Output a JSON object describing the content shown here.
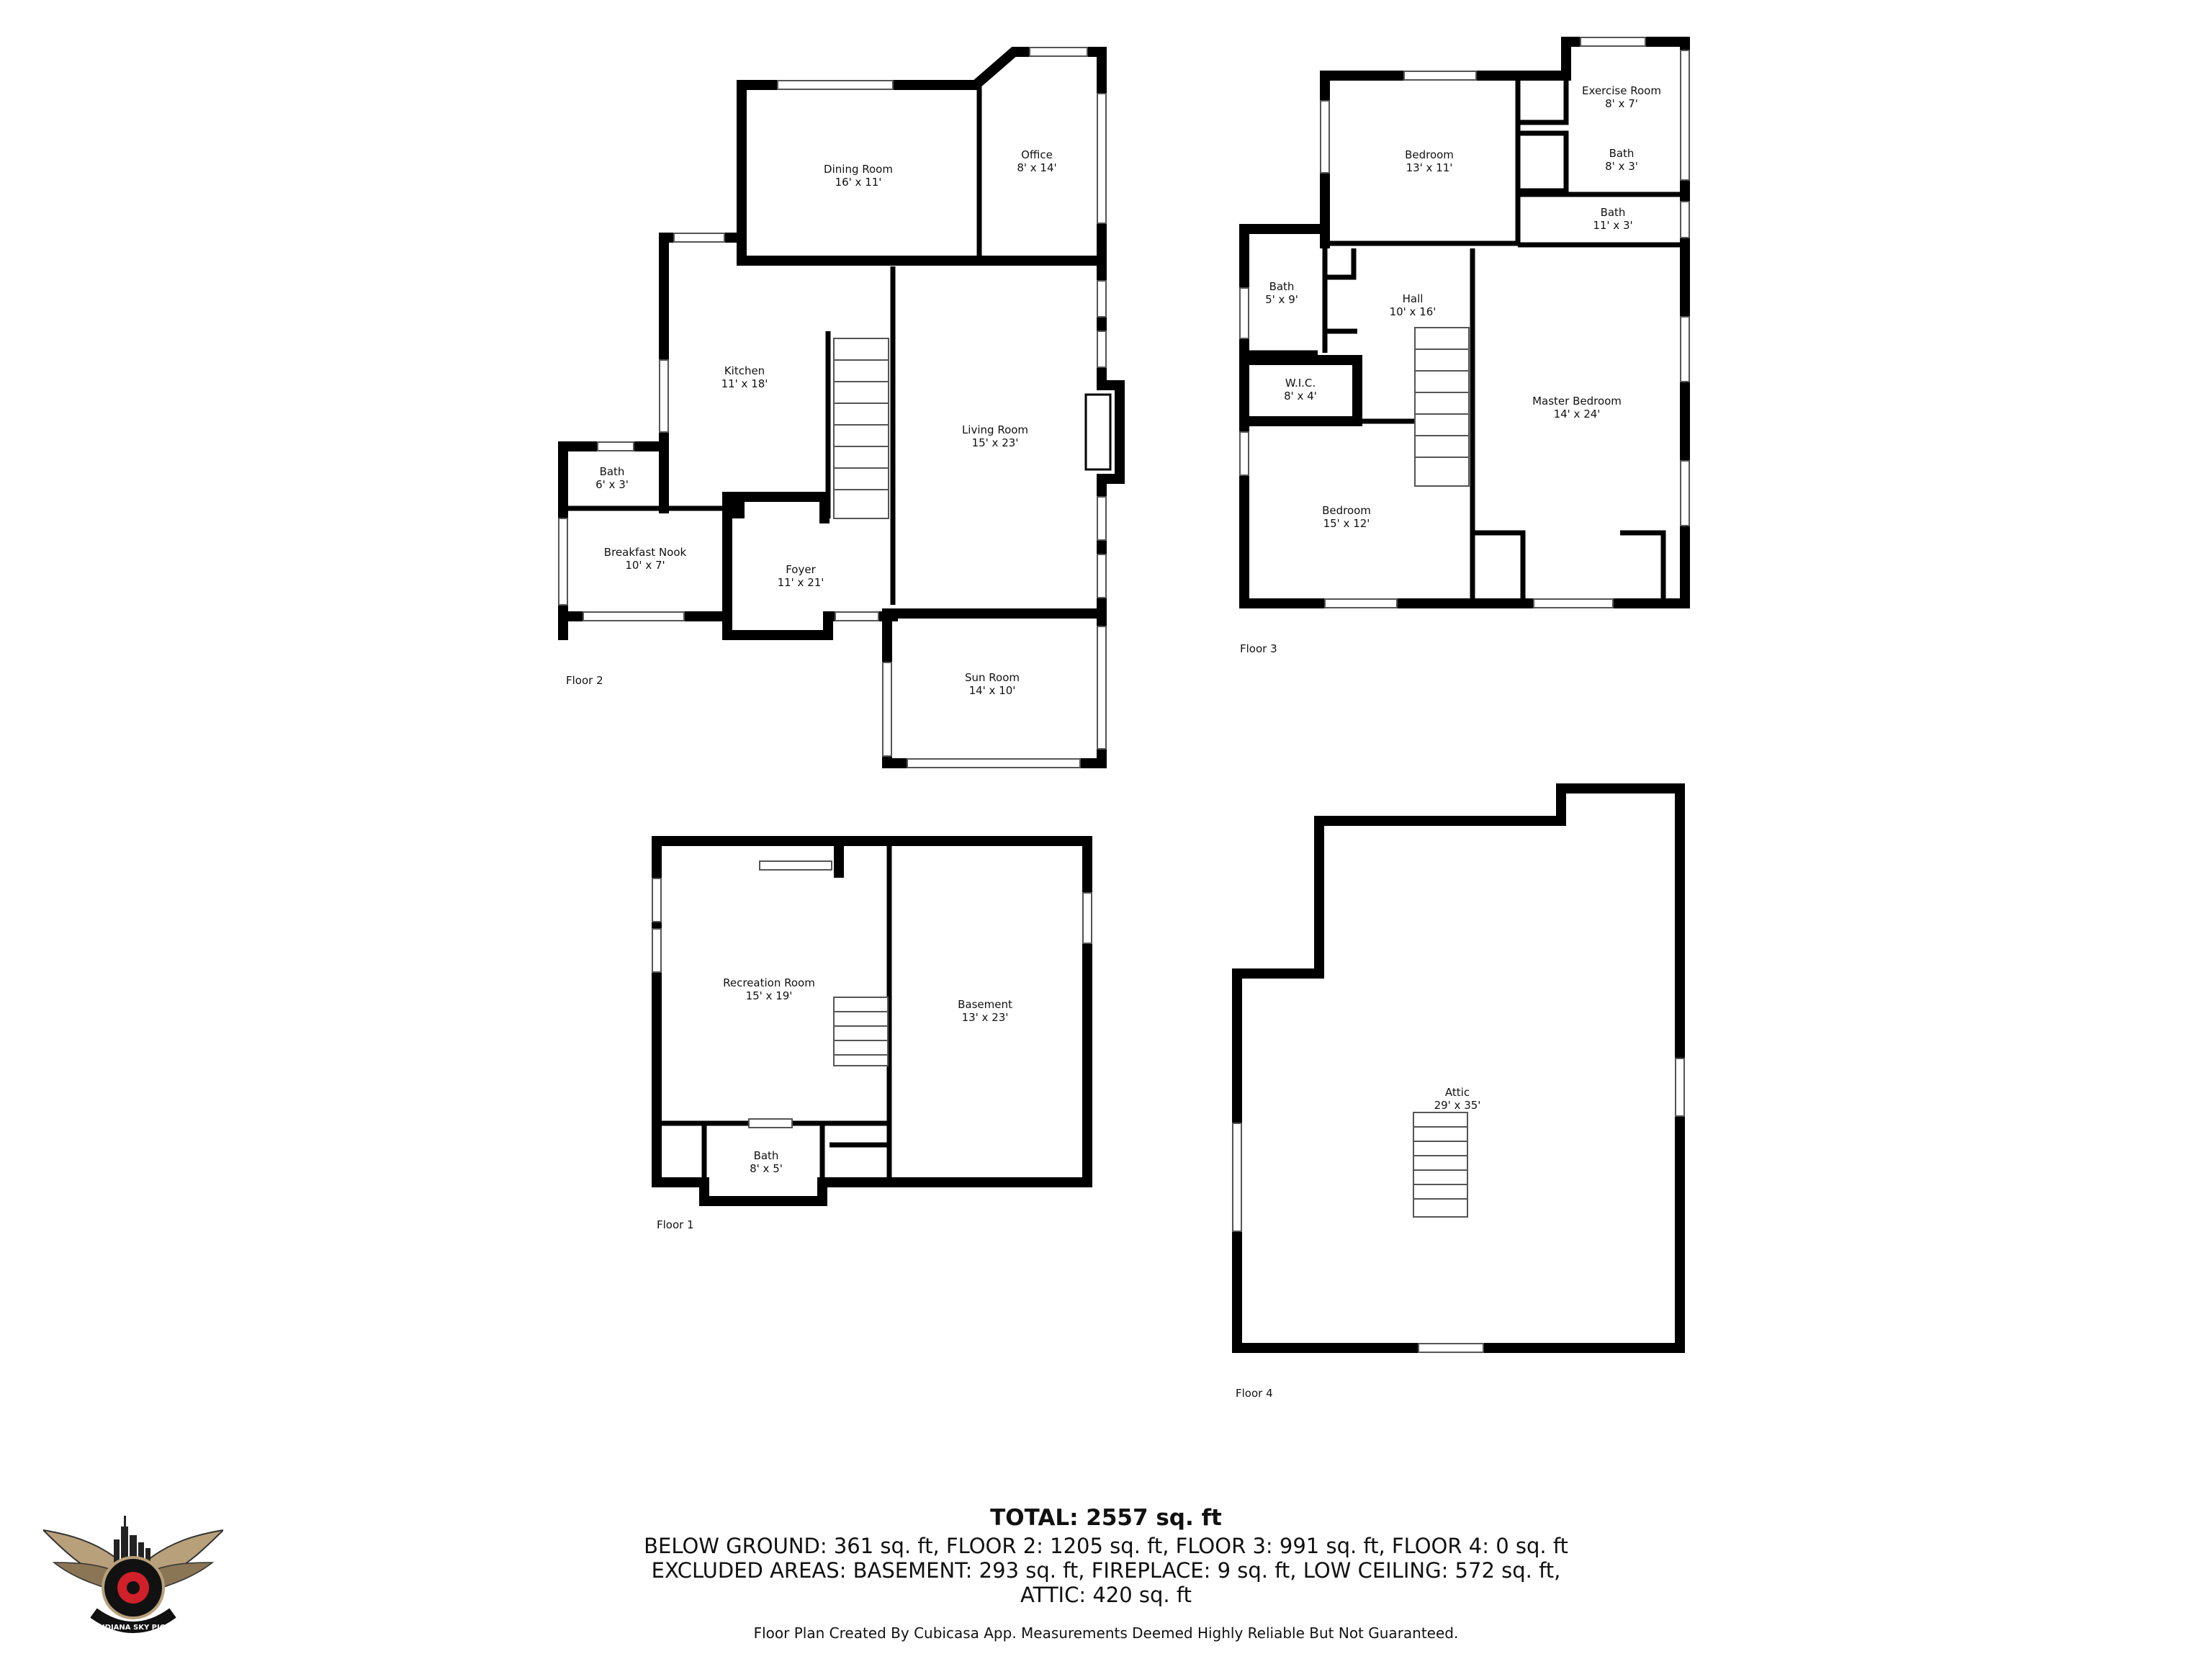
{
  "floors": [
    {
      "label": "Floor 2",
      "rooms": [
        {
          "name": "Dining Room",
          "dim": "16' x 11'"
        },
        {
          "name": "Office",
          "dim": "8' x 14'"
        },
        {
          "name": "Kitchen",
          "dim": "11' x 18'"
        },
        {
          "name": "Living Room",
          "dim": "15' x 23'"
        },
        {
          "name": "Bath",
          "dim": "6' x 3'"
        },
        {
          "name": "Breakfast Nook",
          "dim": "10' x 7'"
        },
        {
          "name": "Foyer",
          "dim": "11' x 21'"
        },
        {
          "name": "Sun Room",
          "dim": "14' x 10'"
        }
      ]
    },
    {
      "label": "Floor 3",
      "rooms": [
        {
          "name": "Bedroom",
          "dim": "13' x 11'"
        },
        {
          "name": "Exercise Room",
          "dim": "8' x 7'"
        },
        {
          "name": "Bath",
          "dim": "8' x 3'"
        },
        {
          "name": "Bath",
          "dim": "11' x 3'"
        },
        {
          "name": "Bath",
          "dim": "5' x 9'"
        },
        {
          "name": "Hall",
          "dim": "10' x 16'"
        },
        {
          "name": "W.I.C.",
          "dim": "8' x 4'"
        },
        {
          "name": "Master Bedroom",
          "dim": "14' x 24'"
        },
        {
          "name": "Bedroom",
          "dim": "15' x 12'"
        }
      ]
    },
    {
      "label": "Floor 1",
      "rooms": [
        {
          "name": "Recreation Room",
          "dim": "15' x 19'"
        },
        {
          "name": "Basement",
          "dim": "13' x 23'"
        },
        {
          "name": "Bath",
          "dim": "8' x 5'"
        }
      ]
    },
    {
      "label": "Floor 4",
      "rooms": [
        {
          "name": "Attic",
          "dim": "29' x 35'"
        }
      ]
    }
  ],
  "summary": {
    "total": "TOTAL: 2557 sq. ft",
    "line1": "BELOW GROUND: 361 sq. ft, FLOOR 2: 1205 sq. ft, FLOOR 3: 991 sq. ft, FLOOR 4: 0 sq. ft",
    "line2": "EXCLUDED AREAS: BASEMENT: 293 sq. ft, FIREPLACE: 9 sq. ft, LOW CEILING: 572 sq. ft,",
    "line3": "ATTIC: 420 sq. ft",
    "disclaimer": "Floor Plan Created By Cubicasa App. Measurements Deemed Highly Reliable But Not Guaranteed."
  },
  "logo": {
    "text": "INDIANA SKY PICS",
    "accent": "#d0202a",
    "wing": "#b8a07a"
  }
}
